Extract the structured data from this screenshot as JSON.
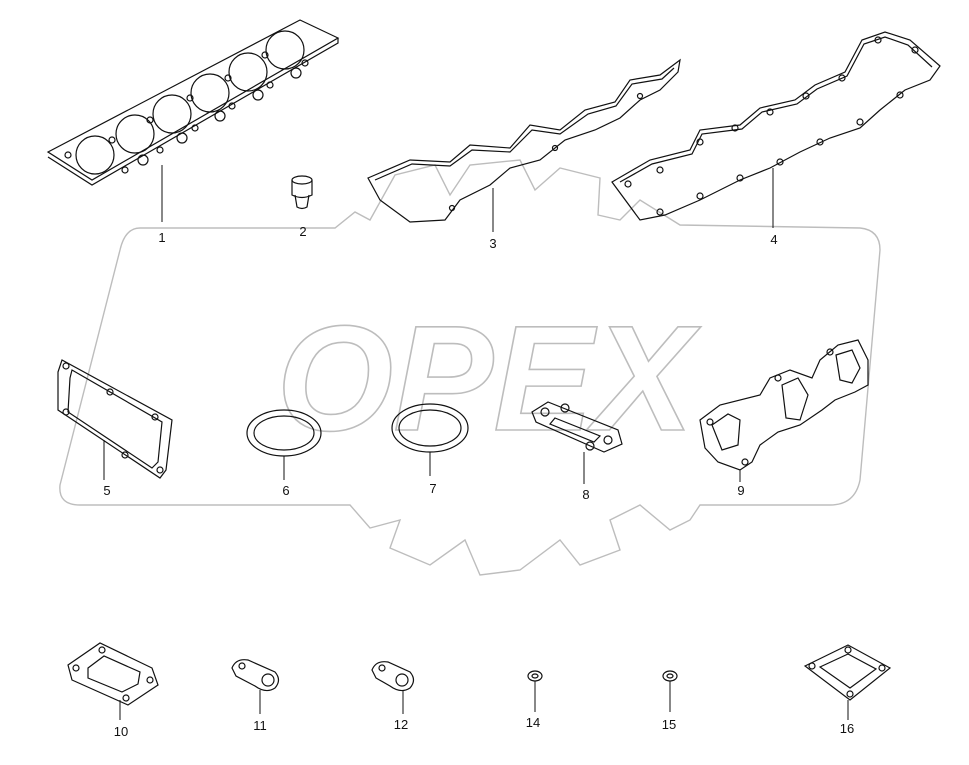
{
  "watermark": {
    "text": "OPEX"
  },
  "parts": [
    {
      "id": "part-1",
      "label": "1"
    },
    {
      "id": "part-2",
      "label": "2"
    },
    {
      "id": "part-3",
      "label": "3"
    },
    {
      "id": "part-4",
      "label": "4"
    },
    {
      "id": "part-5",
      "label": "5"
    },
    {
      "id": "part-6",
      "label": "6"
    },
    {
      "id": "part-7",
      "label": "7"
    },
    {
      "id": "part-8",
      "label": "8"
    },
    {
      "id": "part-9",
      "label": "9"
    },
    {
      "id": "part-10",
      "label": "10"
    },
    {
      "id": "part-11",
      "label": "11"
    },
    {
      "id": "part-12",
      "label": "12"
    },
    {
      "id": "part-14",
      "label": "14"
    },
    {
      "id": "part-15",
      "label": "15"
    },
    {
      "id": "part-16",
      "label": "16"
    }
  ]
}
